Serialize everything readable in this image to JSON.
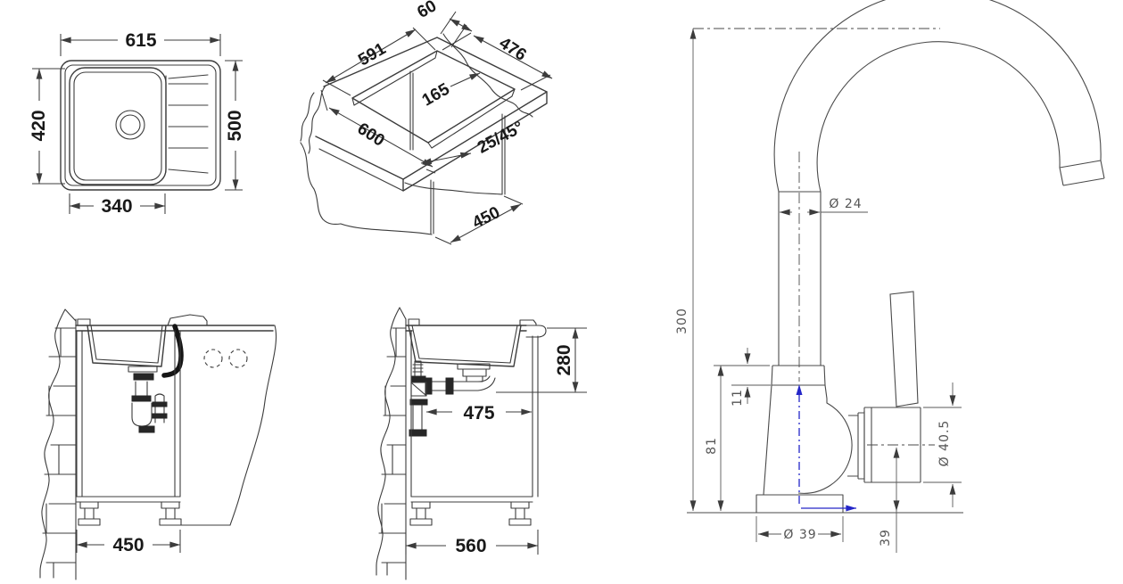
{
  "page": {
    "title": "Kitchen sink and faucet dimensional drawing"
  },
  "colors": {
    "background": "#ffffff",
    "line": "#3c3c3c",
    "faucet_line": "#4a4a4a",
    "text": "#191919",
    "faucet_text": "#555555",
    "accent_blue": "#2426c8"
  },
  "views": {
    "top_view": {
      "overall_width": "615",
      "overall_depth": "500",
      "bowl_depth": "420",
      "bowl_width": "340"
    },
    "isometric_view": {
      "rim_width": "60",
      "cutout_length": "476",
      "cutout_width": "591",
      "drain_offset": "165",
      "counter_width": "600",
      "edge_chamfer": "25/45°",
      "cabinet_depth": "450"
    },
    "front_section": {
      "cabinet_width": "450"
    },
    "side_section": {
      "drain_height": "280",
      "trap_offset": "475",
      "cabinet_width": "560"
    },
    "faucet": {
      "tube_diameter": "Ø 24",
      "spout_height": "300",
      "collar_height": "11",
      "body_height": "81",
      "hub_diameter": "Ø 40.5",
      "base_diameter": "Ø 39",
      "hub_axis_height": "39"
    }
  }
}
